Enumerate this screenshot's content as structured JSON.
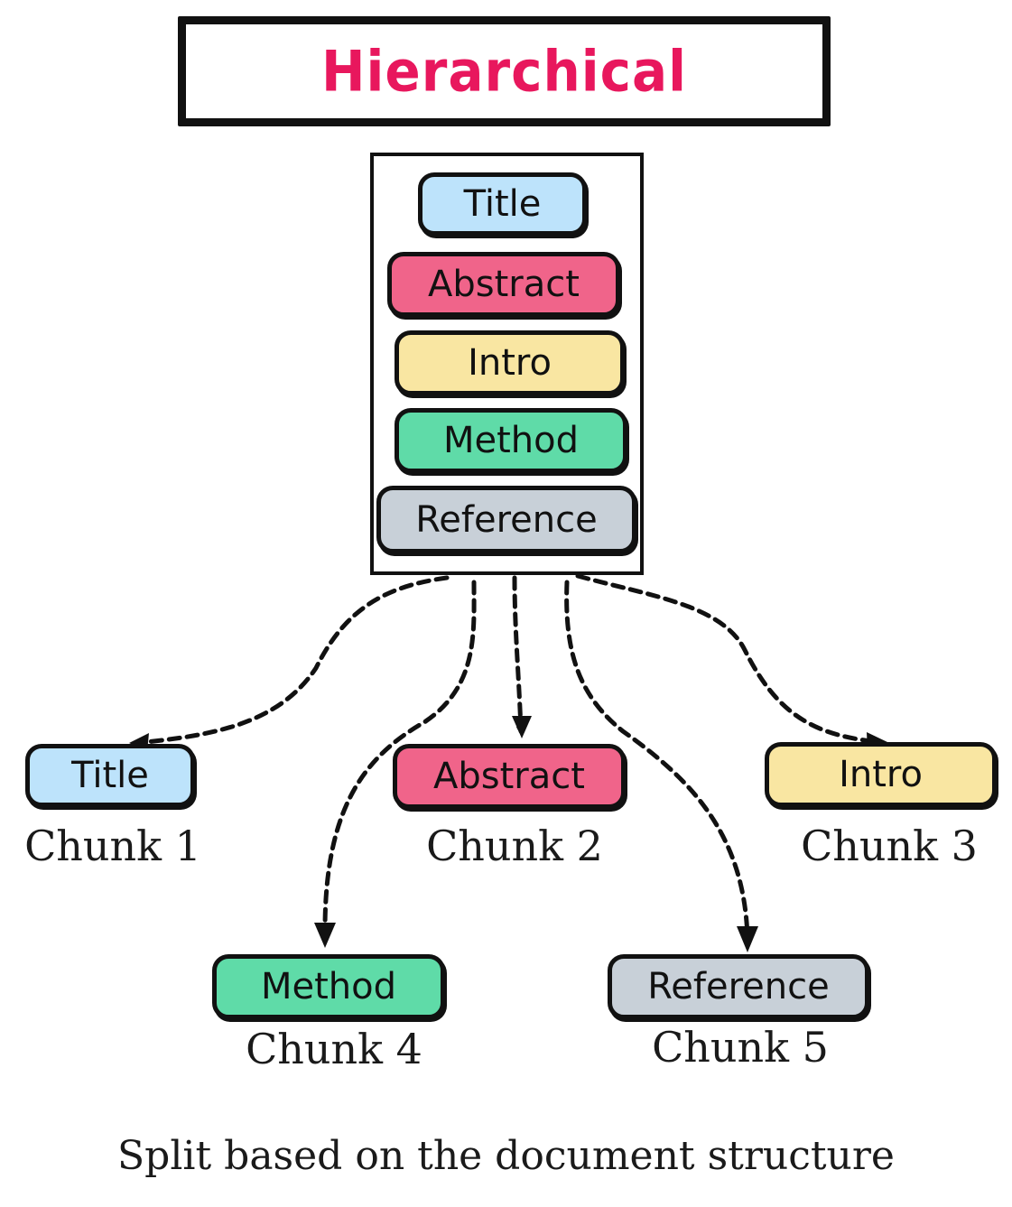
{
  "heading": "Hierarchical",
  "document_sections": [
    "Title",
    "Abstract",
    "Intro",
    "Method",
    "Reference"
  ],
  "chunks": [
    {
      "section": "Title",
      "label": "Chunk 1"
    },
    {
      "section": "Abstract",
      "label": "Chunk 2"
    },
    {
      "section": "Intro",
      "label": "Chunk 3"
    },
    {
      "section": "Method",
      "label": "Chunk 4"
    },
    {
      "section": "Reference",
      "label": "Chunk 5"
    }
  ],
  "caption": "Split based on the document structure",
  "colors": {
    "heading": "#e8175d",
    "Title": "#bde3fb",
    "Abstract": "#f0648a",
    "Intro": "#f9e6a2",
    "Method": "#5fdba8",
    "Reference": "#c8d0d8"
  }
}
